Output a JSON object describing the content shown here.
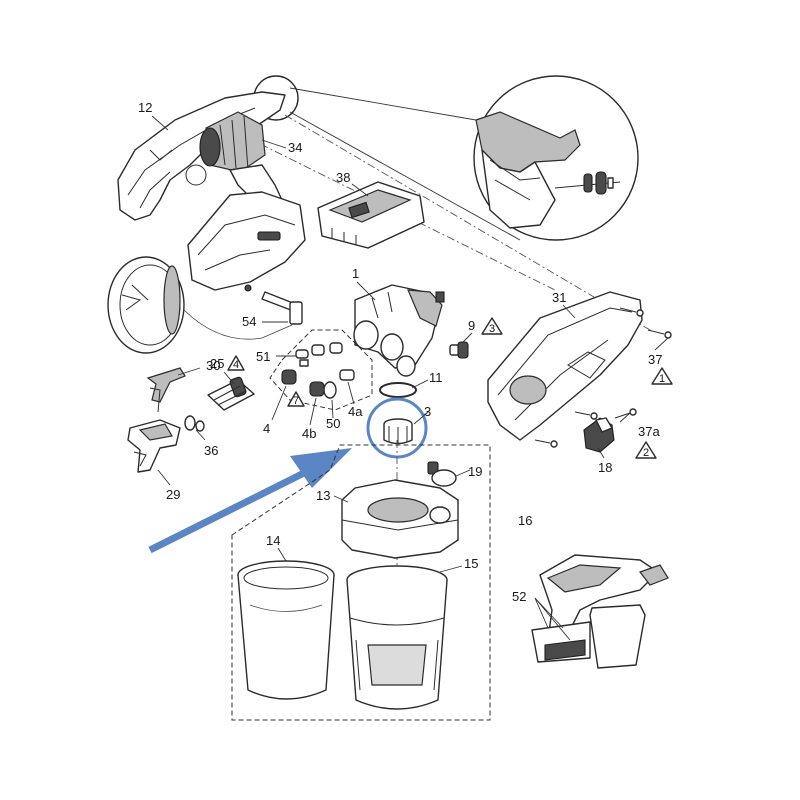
{
  "labels": {
    "p12": "12",
    "p34": "34",
    "p38": "38",
    "p1": "1",
    "p54": "54",
    "p9": "9",
    "p31": "31",
    "p37": "37",
    "p30": "30",
    "p25": "25",
    "p51": "51",
    "p11": "11",
    "p37a": "37a",
    "p3": "3",
    "p18": "18",
    "p4": "4",
    "p4b": "4b",
    "p50": "50",
    "p4a": "4a",
    "p36": "36",
    "p29": "29",
    "p19": "19",
    "p13": "13",
    "p16": "16",
    "p14": "14",
    "p15": "15",
    "p52": "52"
  },
  "warning_triangles": {
    "t4": "4",
    "t3": "3",
    "t7": "7",
    "t1": "1",
    "t2": "2"
  },
  "colors": {
    "highlight": "#5b86c5",
    "line": "#2b2b2b"
  },
  "callouts": {
    "highlight_ring": "blue-circle-around-part-3",
    "arrow": "blue-arrow-pointing-to-part-3"
  }
}
